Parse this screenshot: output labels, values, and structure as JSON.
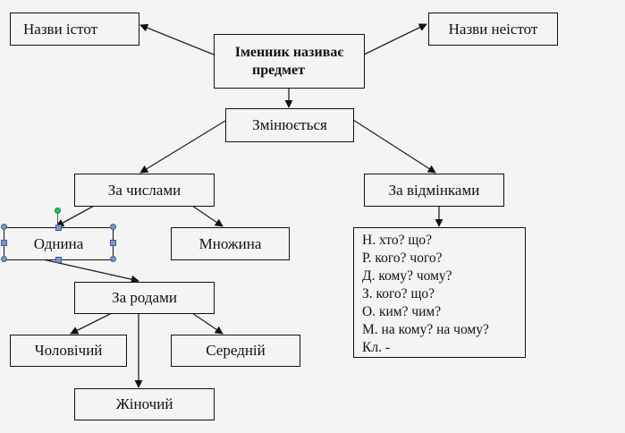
{
  "diagram": {
    "root": {
      "label_line1": "Іменник називає",
      "label_line2": "предмет"
    },
    "animate": "Назви істот",
    "inanimate": "Назви неістот",
    "changes": "Змінюється",
    "by_number": "За числами",
    "by_case": "За відмінками",
    "singular": "Однина",
    "plural": "Множина",
    "by_gender": "За родами",
    "masculine": "Чоловічий",
    "neuter": "Середній",
    "feminine": "Жіночий",
    "cases": [
      "Н. хто? що?",
      "Р. кого? чого?",
      "Д. кому? чому?",
      "З. кого? що?",
      "О. ким? чим?",
      "М. на кому? на чому?",
      "Кл. -"
    ],
    "selected_shape": "Однина"
  },
  "colors": {
    "background": "#f5f4f4",
    "line": "#111111",
    "selection_handle": "#7b96c4",
    "rotation_handle": "#22c45a"
  }
}
